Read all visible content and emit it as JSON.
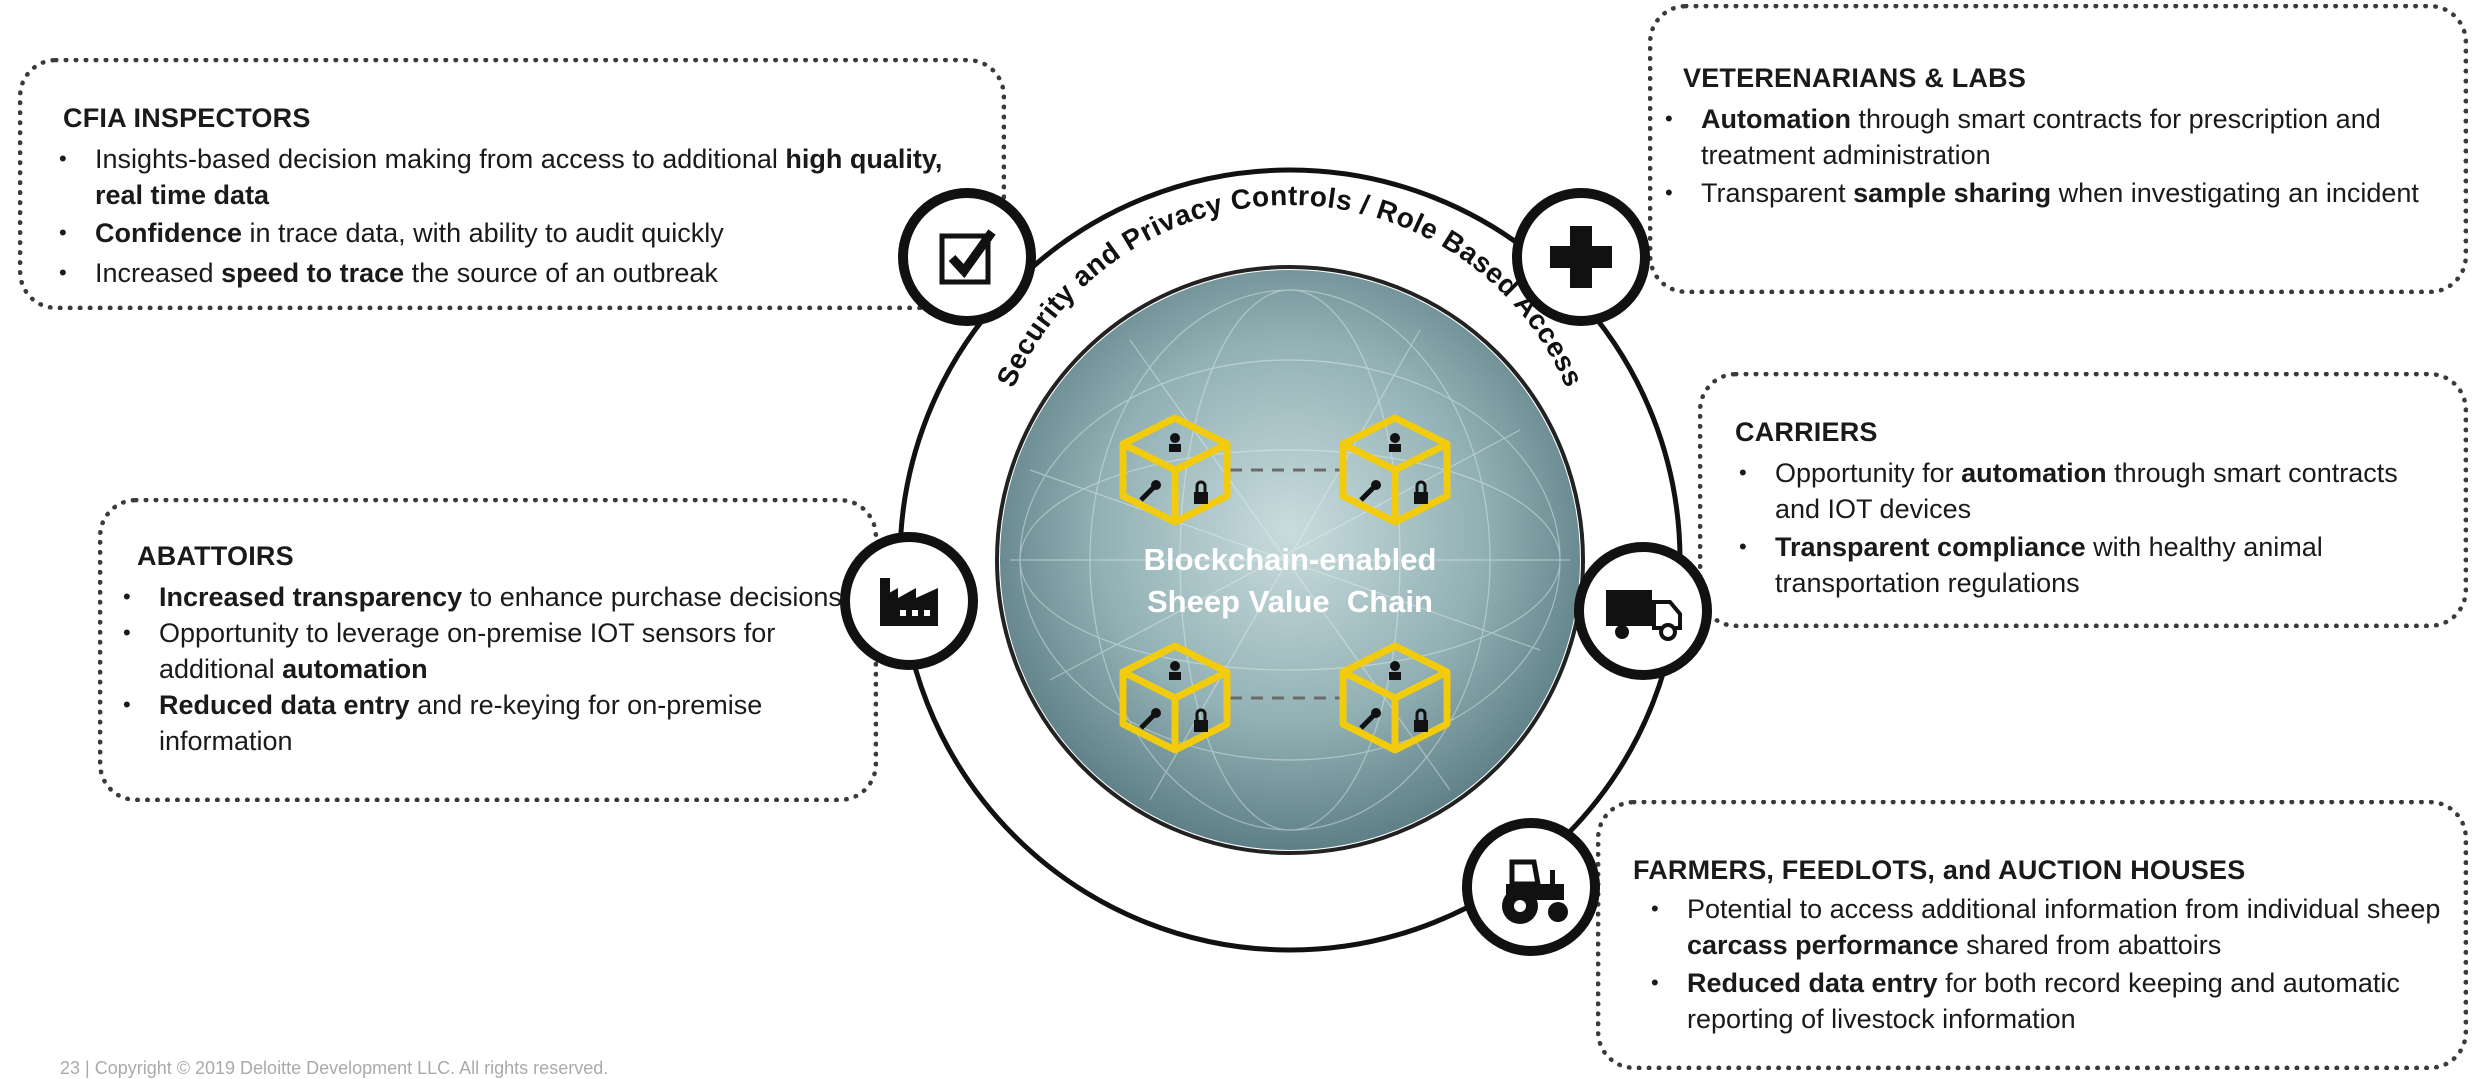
{
  "center": {
    "ring_label": "Security and Privacy Controls / Role Based Access",
    "title_line1": "Blockchain-enabled",
    "title_line2": "Sheep Value  Chain"
  },
  "colors": {
    "cube": "#f2cc0c",
    "globe_dark": "#5a7d86",
    "globe_light": "#bcd2d4",
    "border": "#3a3a3a"
  },
  "boxes": {
    "cfia": {
      "title": "CFIA INSPECTORS",
      "b1_pre": "Insights-based decision making from access to additional ",
      "b1_bold": "high quality, real time data",
      "b2_bold": "Confidence",
      "b2_post": " in trace data, with ability to audit quickly",
      "b3_pre": "Increased ",
      "b3_bold": "speed to trace",
      "b3_post": " the source of an outbreak",
      "icon": "checkbox-icon"
    },
    "vets": {
      "title": "VETERENARIANS & LABS",
      "b1_bold": "Automation",
      "b1_post": " through smart contracts for prescription and treatment administration",
      "b2_pre": "Transparent ",
      "b2_bold": "sample sharing",
      "b2_post": " when investigating an incident",
      "icon": "medical-cross-icon"
    },
    "carriers": {
      "title": "CARRIERS",
      "b1_pre": "Opportunity for ",
      "b1_bold": "automation",
      "b1_post": " through smart contracts and IOT devices",
      "b2_bold": "Transparent compliance",
      "b2_post": " with healthy animal transportation regulations",
      "icon": "truck-icon"
    },
    "abattoirs": {
      "title": "ABATTOIRS",
      "b1_bold": "Increased transparency",
      "b1_post": " to enhance purchase decisions",
      "b2_pre": "Opportunity to leverage on-premise IOT sensors for additional ",
      "b2_bold": "automation",
      "b3_bold": "Reduced data entry",
      "b3_post": " and re-keying for on-premise information",
      "icon": "factory-icon"
    },
    "farmers": {
      "title": "FARMERS, FEEDLOTS, and AUCTION HOUSES",
      "b1_pre": "Potential to access additional information from individual sheep ",
      "b1_bold": "carcass performance",
      "b1_post": " shared from abattoirs",
      "b2_bold": "Reduced data entry",
      "b2_post": " for both record keeping and automatic reporting of livestock information",
      "icon": "tractor-icon"
    }
  },
  "footer": "23  |  Copyright © 2019 Deloitte Development LLC. All rights reserved."
}
